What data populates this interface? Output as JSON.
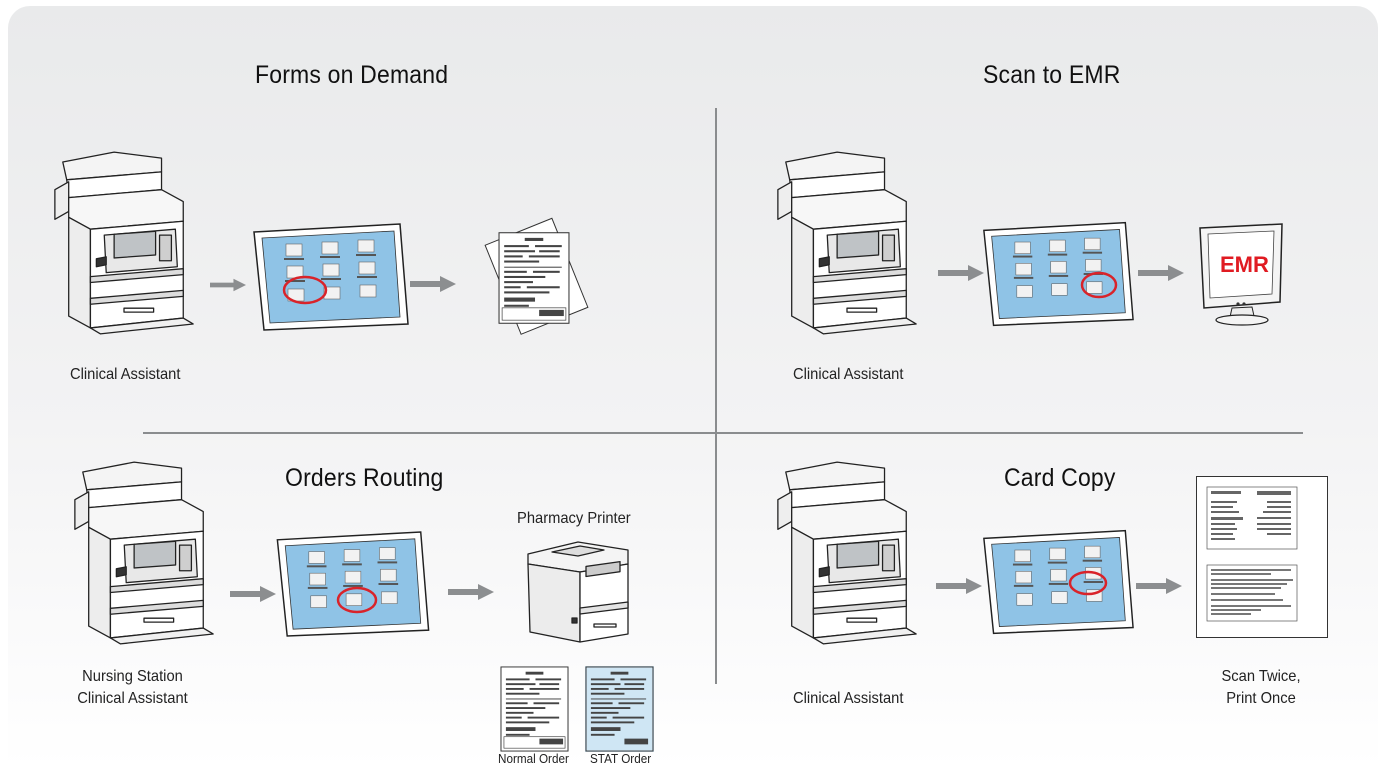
{
  "quadrants": {
    "top_left": {
      "title": "Forms on Demand",
      "role": "Clinical Assistant"
    },
    "top_right": {
      "title": "Scan to EMR",
      "role": "Clinical Assistant",
      "monitor_label": "EMR"
    },
    "bottom_left": {
      "title": "Orders Routing",
      "role_line1": "Nursing Station",
      "role_line2": "Clinical Assistant",
      "printer_label": "Pharmacy Printer",
      "order_normal": "Normal Order",
      "order_stat": "STAT Order"
    },
    "bottom_right": {
      "title": "Card Copy",
      "role": "Clinical Assistant",
      "result_line1": "Scan Twice,",
      "result_line2": "Print Once"
    }
  },
  "colors": {
    "arrow": "#8c8e90",
    "divider": "#8a8c8e",
    "highlight": "#d9232a",
    "emr_text": "#e01b22",
    "screen_blue": "#8fc3e6",
    "stat_blue": "#cfe6f4"
  },
  "icons": [
    "mfp-printer-icon",
    "touchscreen-panel-icon",
    "arrow-right-icon",
    "document-stack-icon",
    "emr-monitor-icon",
    "laser-printer-icon",
    "card-copy-page-icon"
  ]
}
